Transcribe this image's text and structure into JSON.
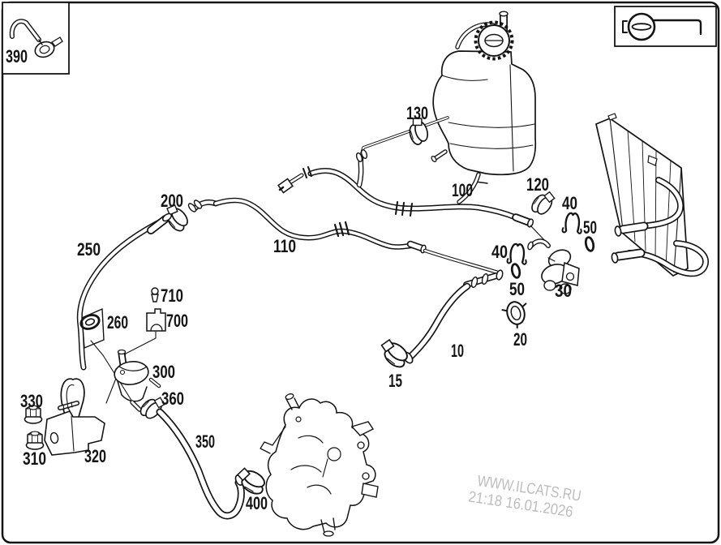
{
  "page": {
    "background": "#ffffff",
    "line_color": "#141414"
  },
  "legend": {
    "icon": "hose-clamp-symbol"
  },
  "callouts": {
    "c10": "10",
    "c15": "15",
    "c20": "20",
    "c30": "30",
    "c40": "40",
    "c50": "50",
    "c100": "100",
    "c110": "110",
    "c120": "120",
    "c130": "130",
    "c200": "200",
    "c250": "250",
    "c260": "260",
    "c300": "300",
    "c310": "310",
    "c320": "320",
    "c330": "330",
    "c350": "350",
    "c360": "360",
    "c390": "390",
    "c400": "400",
    "c700": "700",
    "c710": "710"
  },
  "watermark": {
    "site": "WWW.ILCATS.RU",
    "datetime": "21:18 16.01.2026",
    "color": "#bdbdbd"
  }
}
